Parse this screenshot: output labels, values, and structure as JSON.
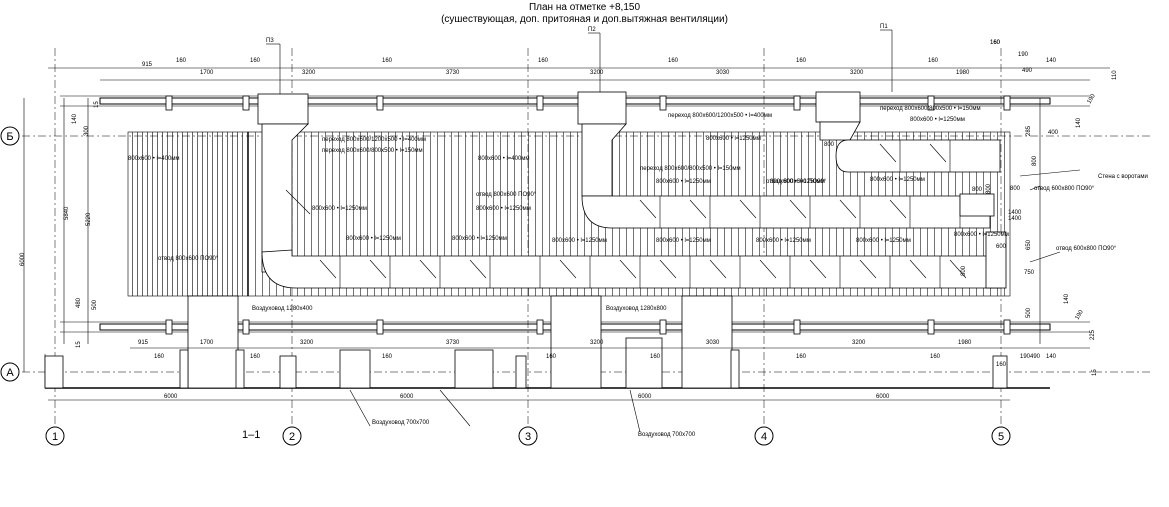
{
  "title": {
    "line1": "План на отметке +8,150",
    "line2": "(сушествующая, доп. притояная и доп.вытяжная вентиляции)"
  },
  "section_label": "1–1",
  "axes": {
    "letters": [
      "Б",
      "А"
    ],
    "numbers": [
      "1",
      "2",
      "3",
      "4",
      "5"
    ]
  },
  "units": [
    "П3",
    "П2",
    "П1"
  ],
  "top_dims": [
    "915",
    "160",
    "1700",
    "160",
    "3200",
    "160",
    "3730",
    "160",
    "3200",
    "160",
    "3030",
    "160",
    "3200",
    "160",
    "1980",
    "160",
    "190",
    "490",
    "140"
  ],
  "bottom_dims": [
    "915",
    "160",
    "1700",
    "160",
    "3200",
    "160",
    "3730",
    "160",
    "3200",
    "160",
    "3030",
    "160",
    "3200",
    "160",
    "1980",
    "160",
    "190",
    "490",
    "140"
  ],
  "span_dims": [
    "6000",
    "6000",
    "6000",
    "6000"
  ],
  "left_dims": [
    "15",
    "140",
    "300",
    "5840",
    "5220",
    "6000",
    "480",
    "500",
    "15"
  ],
  "right_dims": [
    "160",
    "110",
    "190",
    "140",
    "400",
    "285",
    "800",
    "800",
    "1400",
    "650",
    "750",
    "500",
    "140",
    "190",
    "225",
    "15"
  ],
  "callouts": {
    "transition_1": "переход 800x600/1200x500 • l=400мм",
    "transition_2": "переход 800x600/1200x500 • l=400мм",
    "transition_3": "переход 800x600/800x500 • l=150мм",
    "transition_4": "переход 800x600/800x500 • l=150мм",
    "transition_5": "переход 800x600/800x500 • l=150мм",
    "duct_800x600_400": "800x600 • l=400мм",
    "duct_800x600_1250_a": "800x600 • l=1250мм",
    "duct_800x600_1250_b": "800x600 • l=1250мм",
    "duct_800x600_1250_c": "800x600 • l=1250мм",
    "duct_800x600_1250_d": "800x600 • l=1250мм",
    "duct_800x600_1250_e": "800x600 • l=1250мм",
    "duct_800x600_1250_f": "800x600 • l=1250мм",
    "duct_800x600_1250_g": "800x600 • l=1250мм",
    "duct_800x600_1250_h": "800x600 • l=1250мм",
    "duct_800x600_1250_i": "800x600 • l=1250мм",
    "duct_800x600_1250_j": "800x600 • l=1250мм",
    "duct_800x600_1250_k": "800x600 • l=1250мм",
    "duct_800x600_1250_l": "800x600 • l=1250мм",
    "duct_800x600_1250_m": "800x600 • l=1250мм",
    "duct_800x600_400_b": "800x600 • l=400мм",
    "duct_800x600_1250_n": "800x600 • l=1250мм",
    "elbow_1": "отвод 800x600 ПО90°",
    "elbow_2": "отвод 800x600 ПО90°",
    "elbow_3": "отвод 800x600 ПО90°",
    "elbow_4": "отвод 600x800 ПО90°",
    "elbow_5": "отвод 600x800 ПО90°",
    "wall_gate": "Стена с воротами",
    "airduct_1280x400": "Воздуховод 1280x400",
    "airduct_1280x800": "Воздуховод 1280x800",
    "airduct_700_a": "Воздуховод 700x700",
    "airduct_700_b": "Воздуховод 700x700",
    "size_800_a": "800",
    "size_800_b": "800",
    "size_800_c": "800",
    "size_800_d": "800",
    "size_600": "600",
    "size_1400": "1400"
  }
}
